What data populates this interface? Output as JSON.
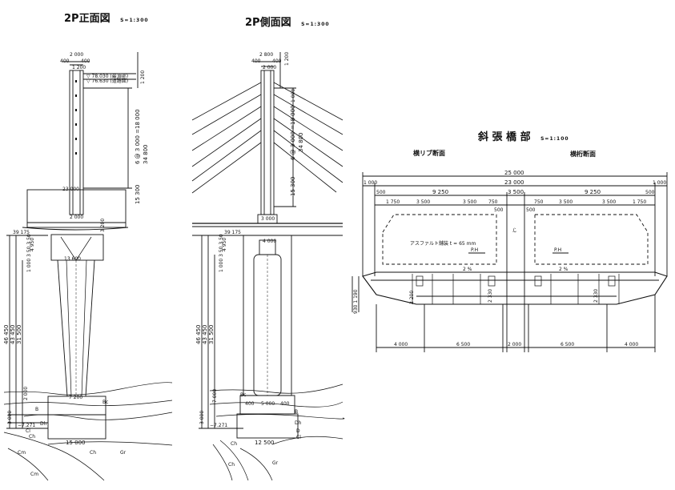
{
  "front_view": {
    "title": "2P正面図",
    "scale": "S=1:300"
  },
  "side_view": {
    "title": "2P側面図",
    "scale": "S=1:300"
  },
  "cable_stayed": {
    "title": "斜 張 橋 部",
    "scale": "S=1:100",
    "rib_section": "横リブ断面",
    "girder_section": "横桁断面"
  },
  "front_dims": {
    "top_w": "2 000",
    "top_l": "400",
    "top_r": "400",
    "top_mid": "1 200",
    "top_right": "1 200",
    "elev1": "▽ 78.030 (最頂部)",
    "elev2": "▽ 76.630 (道路面)",
    "upper_v1": "6 @ 3 000 =18 000",
    "upper_v2": "34 800",
    "width_23": "23 000",
    "lower_v": "15 300",
    "mid_2000": "2 000",
    "right_3200": "3 200",
    "d1": "39 175",
    "d2": "4 950",
    "d3": "1 000 3 50 3 50",
    "beam_w": "13 600",
    "l1": "46 450",
    "l2": "43 450",
    "l3": "31 500",
    "b_7200": "7 200",
    "b_2000": "2 000",
    "b_3000": "3 000",
    "elev_b": "−7.271",
    "found_w": "15 000",
    "soil_bc": "Bc",
    "soil_b": "B",
    "soil_dh": "Dh",
    "soil_cl": "Cl",
    "soil_ch": "Ch",
    "soil_cm": "Cm",
    "soil_gr": "Gr"
  },
  "side_dims": {
    "top_w": "2 800",
    "top_l": "400",
    "top_r": "400",
    "top_mid": "2 000",
    "top_right": "1 200",
    "upper_v1": "6 @ 3 000 =18 000",
    "upper_v2": "34 800",
    "upper_v0": "1 000",
    "lower_v": "15 300",
    "bottom_w": "3 000",
    "d1": "39 175",
    "d2": "4 950",
    "d3": "1 000 3 50 3 50",
    "col_w": "4 000",
    "l1": "46 450",
    "l2": "43 450",
    "l3": "31 500",
    "b_7000": "7 000",
    "b_3000": "3 000",
    "elev_b": "−7.271",
    "fw_l": "400",
    "fw_m": "5 000",
    "fw_r": "400",
    "found_w": "12 500",
    "soil_bc": "Bc",
    "soil_b": "B",
    "soil_dh": "Dh",
    "soil_d": "D",
    "soil_ch": "Ch",
    "soil_gr": "Gr",
    "soil_cl": "Cl"
  },
  "section_dims": {
    "total": "25 000",
    "deck": "23 000",
    "edge_l": "1 000",
    "edge_r": "1 000",
    "sub_l": "500",
    "half_l": "9 250",
    "mid": "3 500",
    "half_r": "9 250",
    "sub_r": "500",
    "s1": "1 750",
    "s2": "3 500",
    "s3": "3 500",
    "s4": "750",
    "s5": "750",
    "s6": "3 500",
    "s7": "3 500",
    "s8": "1 750",
    "c500l": "500",
    "c500r": "500",
    "asphalt": "アスファルト舗装 t = 65 mm",
    "ph_l": "P.H",
    "ph_r": "P.H",
    "slope_l": "2 %",
    "slope_r": "2 %",
    "cl": "ℒ",
    "h1": "930 1 190",
    "h_web1": "2 200",
    "h_web2": "2 330",
    "h_web3": "2 330",
    "b1": "4 000",
    "b2": "6 500",
    "b3": "2 000",
    "b4": "6 500",
    "b5": "4 000"
  }
}
